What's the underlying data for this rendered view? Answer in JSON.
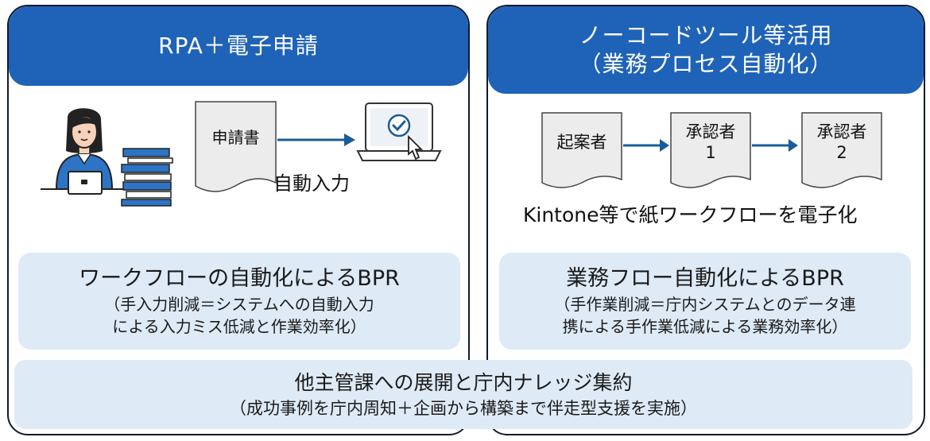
{
  "left_panel": {
    "header": "RPA＋電子申請",
    "doc_label": "申請書",
    "auto_input_label": "自動入力",
    "bpr_title": "ワークフローの自動化によるBPR",
    "bpr_line1": "（手入力削減＝システムへの自動入力",
    "bpr_line2": "による入力ミス低減と作業効率化）"
  },
  "right_panel": {
    "header_line1": "ノーコードツール等活用",
    "header_line2": "（業務プロセス自動化）",
    "flow": [
      {
        "line1": "起案者",
        "line2": ""
      },
      {
        "line1": "承認者",
        "line2": "1"
      },
      {
        "line1": "承認者",
        "line2": "2"
      }
    ],
    "caption": "Kintone等で紙ワークフローを電子化",
    "bpr_title": "業務フロー自動化によるBPR",
    "bpr_line1": "（手作業削減＝庁内システムとのデータ連",
    "bpr_line2": "携による手作業低減による業務効率化）"
  },
  "bottom": {
    "title": "他主管課への展開と庁内ナレッジ集約",
    "subtitle": "（成功事例を庁内周知＋企画から構築まで伴走型支援を実施）"
  },
  "icons": {
    "person": "person-at-laptop-icon",
    "binders": "stacked-binders-icon",
    "laptop": "laptop-check-cursor-icon",
    "document": "document-icon",
    "arrow": "right-arrow-icon"
  },
  "colors": {
    "header_blue": "#1f63b8",
    "light_blue_box": "#deeaf6",
    "arrow_blue": "#1a5c99",
    "document_gray": "#ececec",
    "border_navy": "#0f1b2e"
  }
}
